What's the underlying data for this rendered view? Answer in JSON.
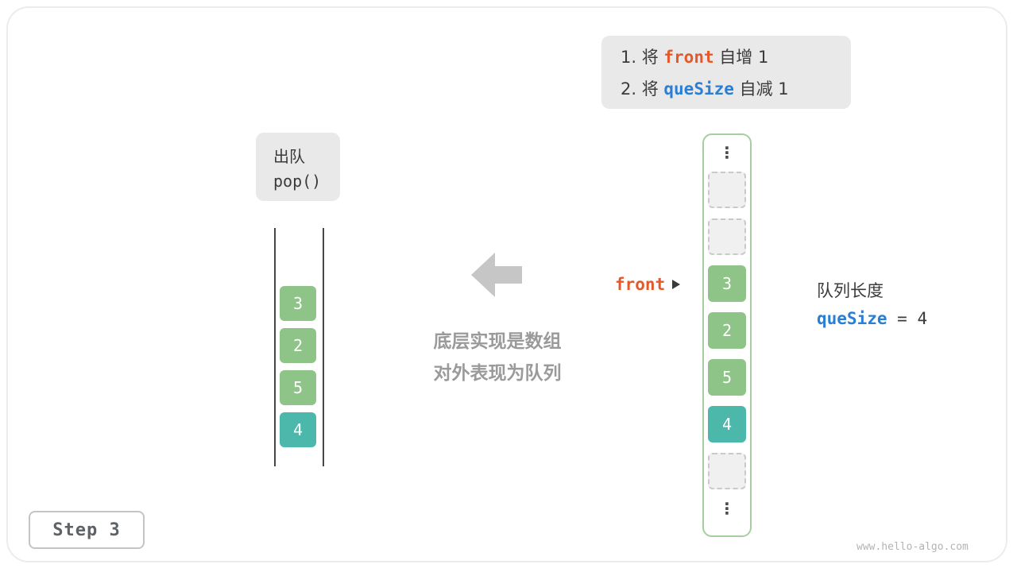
{
  "colors": {
    "green": "#8ec487",
    "teal": "#4cb8ab",
    "orange": "#e5582a",
    "blue": "#2a7fd4",
    "gray_box": "#e9e9e9",
    "array_border": "#a6cf9f"
  },
  "instruction": {
    "lines": [
      {
        "prefix": "1. 将 ",
        "code": "front",
        "suffix": " 自增 1"
      },
      {
        "prefix": "2. 将 ",
        "code": "queSize",
        "suffix": " 自减 1"
      }
    ]
  },
  "operation": {
    "title": "出队",
    "code": "pop()"
  },
  "abstract_queue": {
    "values": [
      "3",
      "2",
      "5",
      "4"
    ]
  },
  "note": {
    "line1": "底层实现是数组",
    "line2": "对外表现为队列"
  },
  "front_pointer": {
    "label": "front"
  },
  "array": {
    "ellipsis": "⋮",
    "cells": [
      "3",
      "2",
      "5",
      "4"
    ]
  },
  "queue_length": {
    "label": "队列长度",
    "variable": "queSize",
    "suffix": " = 4"
  },
  "step": {
    "label": "Step 3"
  },
  "watermark": "www.hello-algo.com"
}
